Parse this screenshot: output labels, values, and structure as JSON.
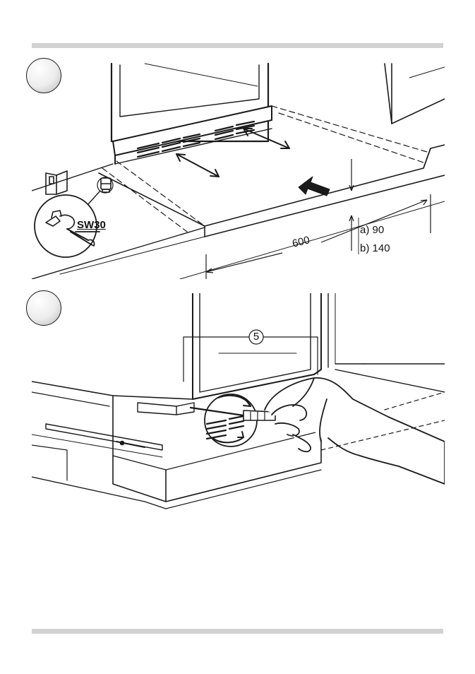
{
  "figure1": {
    "wrench_size": "SW30",
    "dim_height_a": "a) 90",
    "dim_height_b": "b) 140",
    "dim_width": "600"
  },
  "figure2": {
    "callout_number": "5"
  },
  "colors": {
    "rule": "#d2d2d2",
    "line": "#1a1a1a"
  },
  "icons": [
    "wrench-icon",
    "screwdriver-icon",
    "double-arrow-icon",
    "push-arrow-icon"
  ]
}
